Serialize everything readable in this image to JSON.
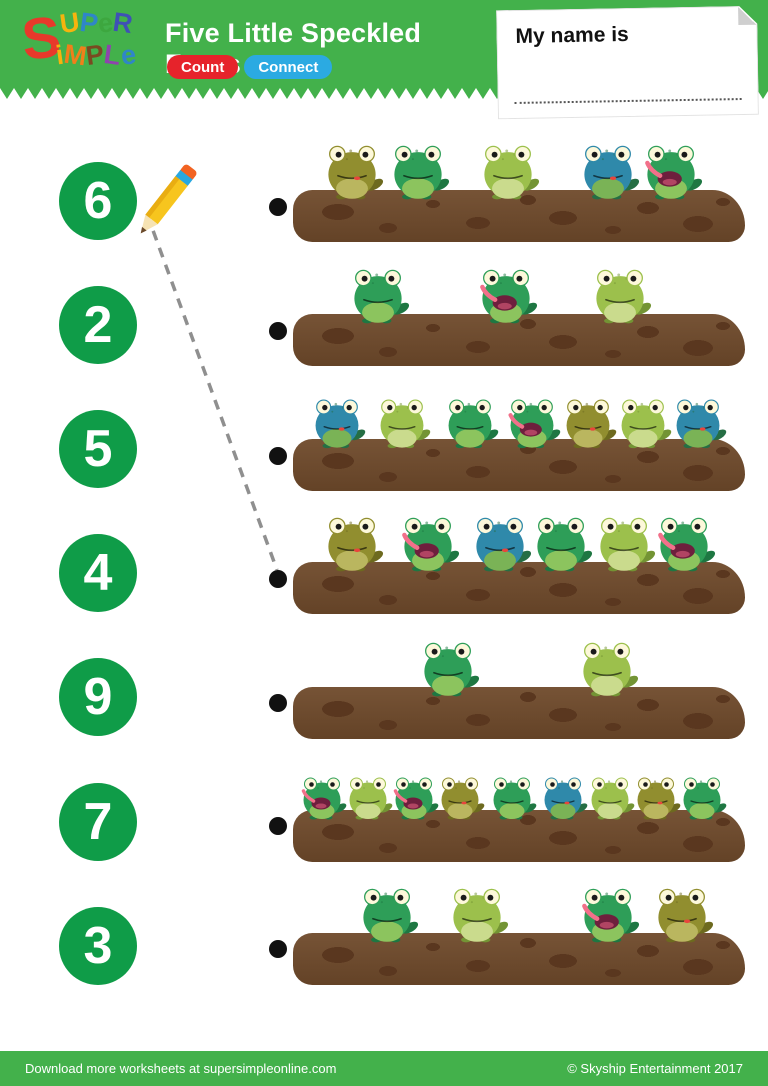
{
  "header": {
    "logo": {
      "big_letter": {
        "ch": "S",
        "color": "#e8392b"
      },
      "line1": [
        {
          "ch": "U",
          "color": "#f6b40e"
        },
        {
          "ch": "P",
          "color": "#2f86c8"
        },
        {
          "ch": "e",
          "color": "#3da73f"
        },
        {
          "ch": "R",
          "color": "#3f51b5"
        }
      ],
      "line2": [
        {
          "ch": "i",
          "color": "#f6b40e"
        },
        {
          "ch": "M",
          "color": "#f07f1a"
        },
        {
          "ch": "P",
          "color": "#7a4a21"
        },
        {
          "ch": "L",
          "color": "#8e44ad"
        },
        {
          "ch": "e",
          "color": "#2f86c8"
        }
      ]
    },
    "title": "Five Little Speckled Frogs",
    "badges": [
      {
        "label": "Count",
        "color": "#e6232b"
      },
      {
        "label": "Connect",
        "color": "#2baae2"
      }
    ]
  },
  "name_box": {
    "label": "My name is",
    "value": ""
  },
  "activity": {
    "numbers": [
      6,
      2,
      5,
      4,
      9,
      7,
      3
    ],
    "example": {
      "number": 6,
      "connects_to_row_index": 3,
      "row_frog_count": 6
    },
    "rows": [
      {
        "frog_count": 5,
        "frogs": [
          {
            "color": "olive",
            "mouth": "closed-tongue"
          },
          {
            "color": "green",
            "mouth": "closed"
          },
          {
            "color": "light",
            "mouth": "closed"
          },
          {
            "color": "blue",
            "mouth": "closed-tongue"
          },
          {
            "color": "green",
            "mouth": "open"
          }
        ]
      },
      {
        "frog_count": 3,
        "frogs": [
          {
            "color": "green",
            "mouth": "closed"
          },
          {
            "color": "green",
            "mouth": "open"
          },
          {
            "color": "light",
            "mouth": "closed"
          }
        ]
      },
      {
        "frog_count": 7,
        "frogs": [
          {
            "color": "blue",
            "mouth": "closed-tongue"
          },
          {
            "color": "light",
            "mouth": "closed"
          },
          {
            "color": "green",
            "mouth": "closed"
          },
          {
            "color": "green",
            "mouth": "open"
          },
          {
            "color": "olive",
            "mouth": "closed-tongue"
          },
          {
            "color": "light",
            "mouth": "closed"
          },
          {
            "color": "blue",
            "mouth": "closed-tongue"
          }
        ]
      },
      {
        "frog_count": 6,
        "frogs": [
          {
            "color": "olive",
            "mouth": "closed-tongue"
          },
          {
            "color": "green",
            "mouth": "open"
          },
          {
            "color": "blue",
            "mouth": "closed-tongue"
          },
          {
            "color": "green",
            "mouth": "closed"
          },
          {
            "color": "light",
            "mouth": "closed"
          },
          {
            "color": "green",
            "mouth": "open"
          }
        ]
      },
      {
        "frog_count": 2,
        "frogs": [
          {
            "color": "green",
            "mouth": "closed"
          },
          {
            "color": "light",
            "mouth": "closed"
          }
        ]
      },
      {
        "frog_count": 9,
        "frogs": [
          {
            "color": "green",
            "mouth": "open"
          },
          {
            "color": "light",
            "mouth": "closed"
          },
          {
            "color": "green",
            "mouth": "open"
          },
          {
            "color": "olive",
            "mouth": "closed-tongue"
          },
          {
            "color": "green",
            "mouth": "closed"
          },
          {
            "color": "blue",
            "mouth": "closed-tongue"
          },
          {
            "color": "light",
            "mouth": "closed"
          },
          {
            "color": "olive",
            "mouth": "closed-tongue"
          },
          {
            "color": "green",
            "mouth": "closed"
          }
        ]
      },
      {
        "frog_count": 4,
        "frogs": [
          {
            "color": "green",
            "mouth": "closed"
          },
          {
            "color": "light",
            "mouth": "closed"
          },
          {
            "color": "green",
            "mouth": "open"
          },
          {
            "color": "olive",
            "mouth": "closed-tongue"
          }
        ]
      }
    ]
  },
  "footer": {
    "left": "Download more worksheets at supersimpleonline.com",
    "right": "© Skyship Entertainment 2017"
  },
  "colors": {
    "header_green": "#43b14b",
    "circle_green": "#0f9c48",
    "log_brown": "#6f4a2b",
    "count_red": "#e6232b",
    "connect_blue": "#2baae2",
    "dashed_line_gray": "#8f8f8f"
  }
}
